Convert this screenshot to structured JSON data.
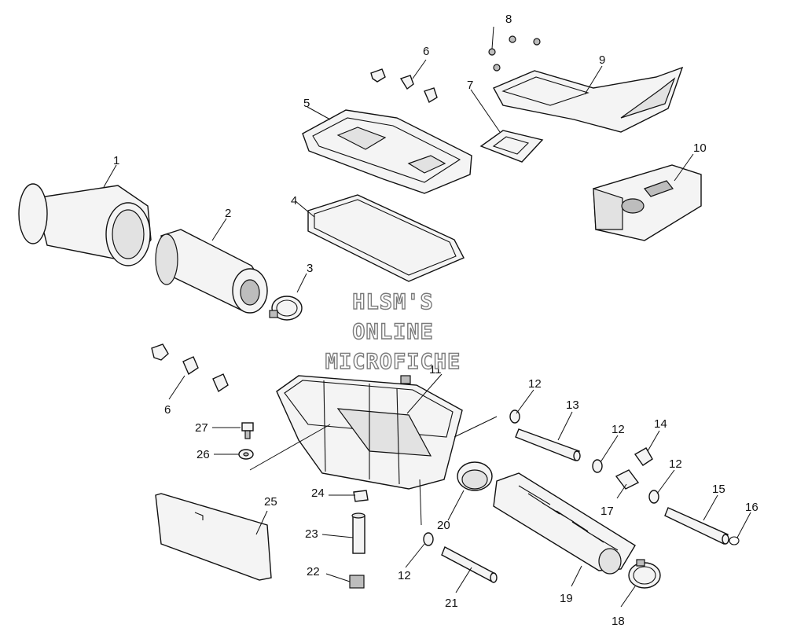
{
  "watermark": {
    "line1": "HLSM'S",
    "line2": "ONLINE",
    "line3": "MICROFICHE"
  },
  "callouts": {
    "c1": "1",
    "c2": "2",
    "c3": "3",
    "c4": "4",
    "c5": "5",
    "c6a": "6",
    "c6b": "6",
    "c7": "7",
    "c8": "8",
    "c9": "9",
    "c10": "10",
    "c11": "11",
    "c12a": "12",
    "c12b": "12",
    "c12c": "12",
    "c12d": "12",
    "c13": "13",
    "c14": "14",
    "c15": "15",
    "c16": "16",
    "c17": "17",
    "c18": "18",
    "c19": "19",
    "c20": "20",
    "c21": "21",
    "c22": "22",
    "c23": "23",
    "c24": "24",
    "c25": "25",
    "c26": "26",
    "c27": "27"
  }
}
